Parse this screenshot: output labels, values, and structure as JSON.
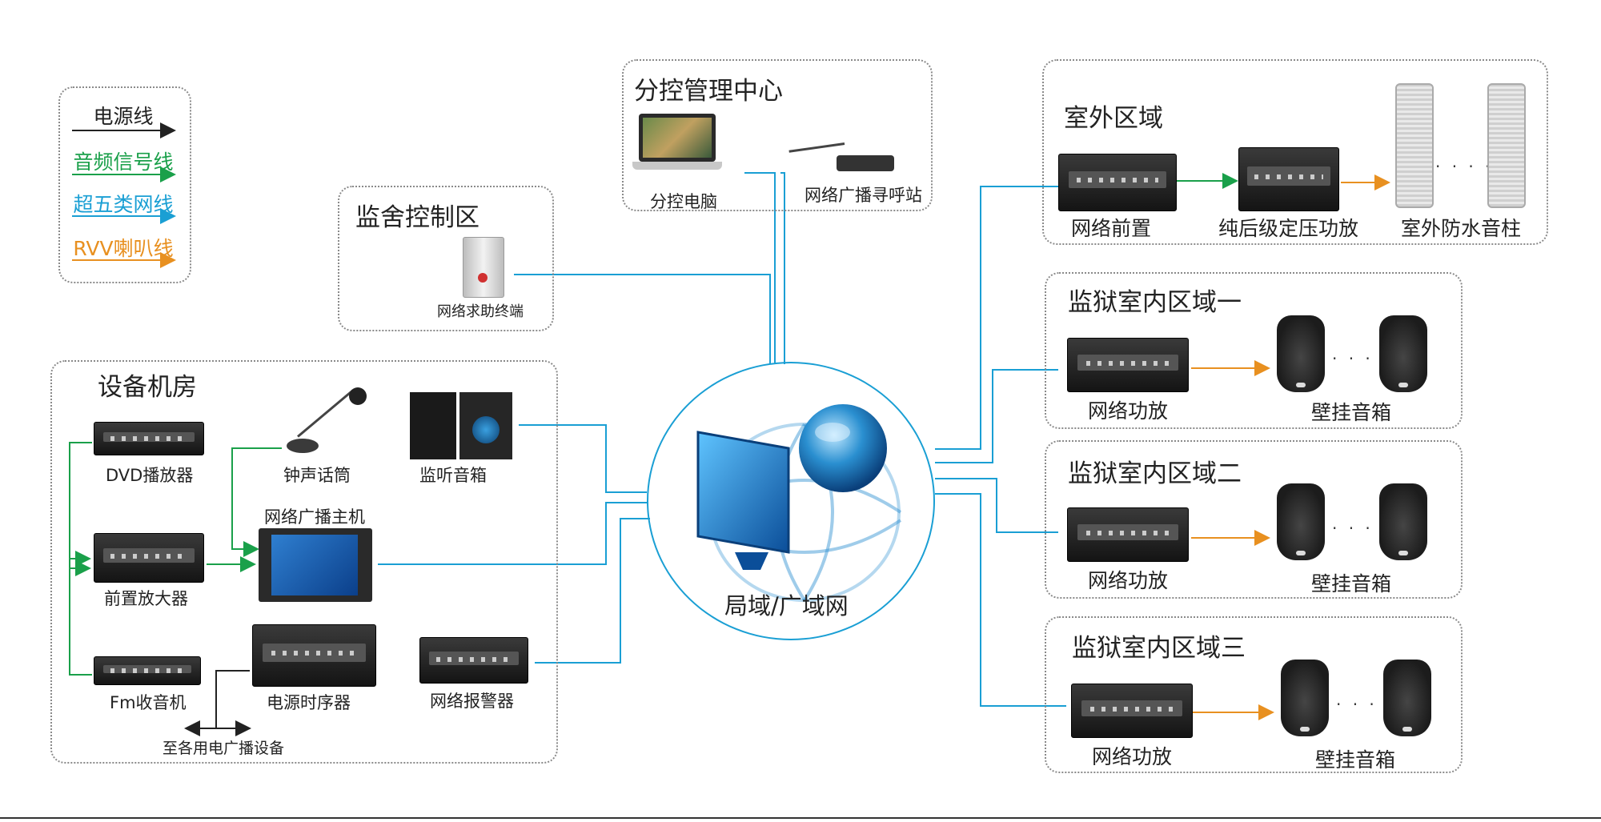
{
  "legend": {
    "power_line": "电源线",
    "audio_line": "音频信号线",
    "cat5_line": "超五类网线",
    "rvv_line": "RVV喇叭线"
  },
  "colors": {
    "power": "#222222",
    "audio": "#1aa04a",
    "network": "#1a9fd4",
    "rvv": "#e89020",
    "border": "#8a8a8a"
  },
  "zones": {
    "branch_control": {
      "title": "分控管理中心",
      "pc": "分控电脑",
      "paging_station": "网络广播寻呼站"
    },
    "dorm_control": {
      "title": "监舍控制区",
      "help_terminal": "网络求助终端"
    },
    "equipment_room": {
      "title": "设备机房",
      "dvd": "DVD播放器",
      "chime_mic": "钟声话筒",
      "monitor_speaker": "监听音箱",
      "broadcast_host": "网络广播主机",
      "preamp": "前置放大器",
      "fm": "Fm收音机",
      "power_sequencer": "电源时序器",
      "alarm": "网络报警器",
      "to_devices": "至各用电广播设备"
    },
    "network": {
      "label": "局域/广域网"
    },
    "outdoor": {
      "title": "室外区域",
      "front": "网络前置",
      "amp": "纯后级定压功放",
      "column": "室外防水音柱"
    },
    "indoor1": {
      "title": "监狱室内区域一",
      "amp": "网络功放",
      "speaker": "壁挂音箱"
    },
    "indoor2": {
      "title": "监狱室内区域二",
      "amp": "网络功放",
      "speaker": "壁挂音箱"
    },
    "indoor3": {
      "title": "监狱室内区域三",
      "amp": "网络功放",
      "speaker": "壁挂音箱"
    }
  },
  "ellipsis": "· · · · ·"
}
